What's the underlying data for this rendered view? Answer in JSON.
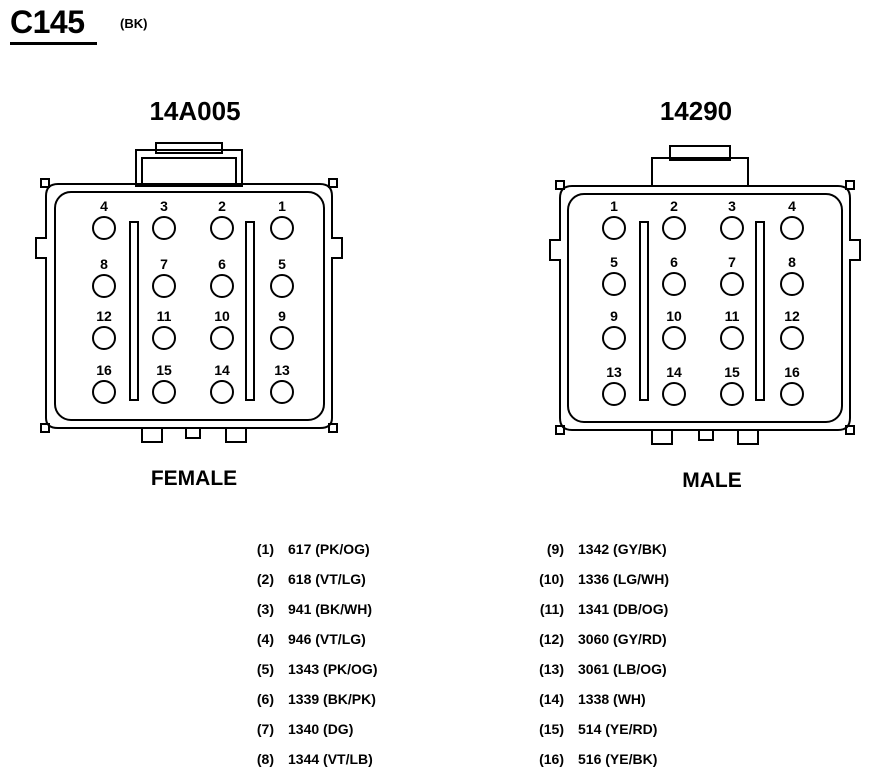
{
  "connector": {
    "id": "C145",
    "color_code": "(BK)"
  },
  "views": [
    {
      "part_number": "14A005",
      "gender": "FEMALE",
      "layout": [
        [
          4,
          3,
          2,
          1
        ],
        [
          8,
          7,
          6,
          5
        ],
        [
          12,
          11,
          10,
          9
        ],
        [
          16,
          15,
          14,
          13
        ]
      ]
    },
    {
      "part_number": "14290",
      "gender": "MALE",
      "layout": [
        [
          1,
          2,
          3,
          4
        ],
        [
          5,
          6,
          7,
          8
        ],
        [
          9,
          10,
          11,
          12
        ],
        [
          13,
          14,
          15,
          16
        ]
      ]
    }
  ],
  "pins": [
    {
      "num": "(1)",
      "circuit": "617 (PK/OG)"
    },
    {
      "num": "(2)",
      "circuit": "618 (VT/LG)"
    },
    {
      "num": "(3)",
      "circuit": "941 (BK/WH)"
    },
    {
      "num": "(4)",
      "circuit": "946 (VT/LG)"
    },
    {
      "num": "(5)",
      "circuit": "1343 (PK/OG)"
    },
    {
      "num": "(6)",
      "circuit": "1339 (BK/PK)"
    },
    {
      "num": "(7)",
      "circuit": "1340 (DG)"
    },
    {
      "num": "(8)",
      "circuit": "1344 (VT/LB)"
    },
    {
      "num": "(9)",
      "circuit": "1342 (GY/BK)"
    },
    {
      "num": "(10)",
      "circuit": "1336 (LG/WH)"
    },
    {
      "num": "(11)",
      "circuit": "1341 (DB/OG)"
    },
    {
      "num": "(12)",
      "circuit": "3060 (GY/RD)"
    },
    {
      "num": "(13)",
      "circuit": "3061 (LB/OG)"
    },
    {
      "num": "(14)",
      "circuit": "1338 (WH)"
    },
    {
      "num": "(15)",
      "circuit": "514 (YE/RD)"
    },
    {
      "num": "(16)",
      "circuit": "516 (YE/BK)"
    }
  ]
}
